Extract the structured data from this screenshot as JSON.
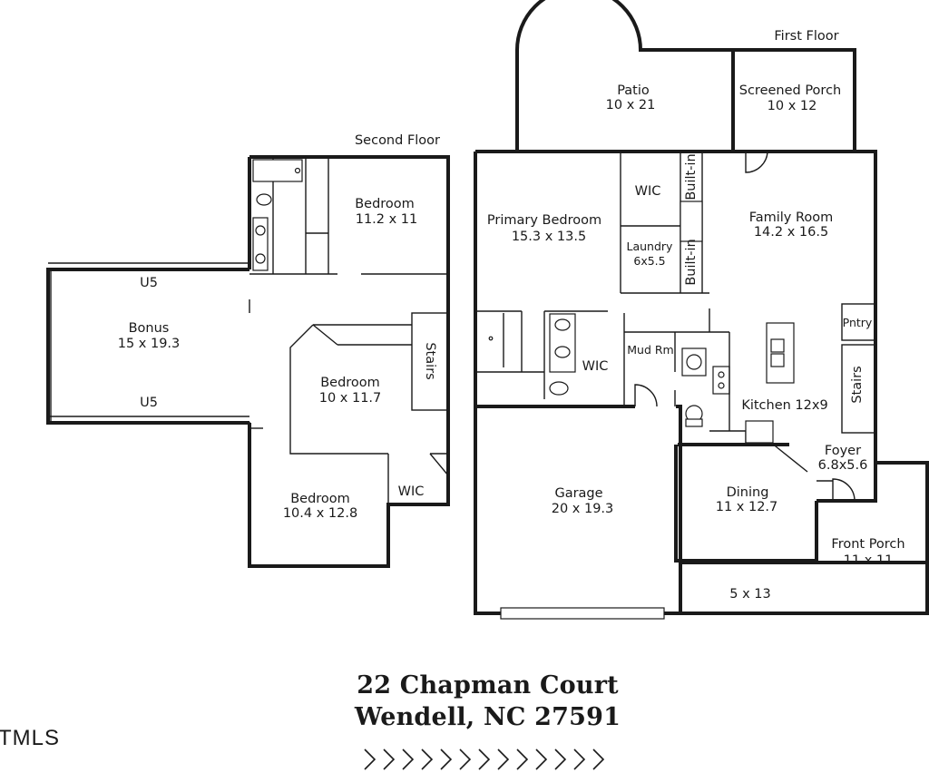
{
  "floors": {
    "first": "First Floor",
    "second": "Second Floor"
  },
  "rooms": {
    "patio": {
      "name": "Patio",
      "size": "10 x 21"
    },
    "screened_porch": {
      "name": "Screened Porch",
      "size": "10 x 12"
    },
    "primary_bedroom": {
      "name": "Primary Bedroom",
      "size": "15.3 x 13.5"
    },
    "wic_primary": {
      "name": "WIC"
    },
    "laundry": {
      "name": "Laundry",
      "size": "6x5.5"
    },
    "builtin_top": {
      "name": "Built-in"
    },
    "builtin_bottom": {
      "name": "Built-in"
    },
    "family_room": {
      "name": "Family Room",
      "size": "14.2 x 16.5"
    },
    "pantry": {
      "name": "Pntry"
    },
    "mud_room": {
      "name": "Mud Rm"
    },
    "wic_bath": {
      "name": "WIC"
    },
    "stairs_first": {
      "name": "Stairs"
    },
    "kitchen": {
      "name": "Kitchen 12x9"
    },
    "foyer": {
      "name": "Foyer",
      "size": "6.8x5.6"
    },
    "garage": {
      "name": "Garage",
      "size": "20 x 19.3"
    },
    "dining": {
      "name": "Dining",
      "size": "11 x 12.7"
    },
    "front_porch": {
      "name": "Front Porch",
      "size": "11 x 11"
    },
    "porch_ext": {
      "size": "5 x 13"
    },
    "bedroom_upper": {
      "name": "Bedroom",
      "size": "11.2 x 11"
    },
    "bonus": {
      "name": "Bonus",
      "size": "15 x 19.3"
    },
    "u5_top": {
      "name": "U5"
    },
    "u5_bottom": {
      "name": "U5"
    },
    "stairs_second": {
      "name": "Stairs"
    },
    "bedroom_middle": {
      "name": "Bedroom",
      "size": "10 x 11.7"
    },
    "bedroom_lower": {
      "name": "Bedroom",
      "size": "10.4 x 12.8"
    },
    "wic_second": {
      "name": "WIC"
    }
  },
  "address": {
    "line1": "22 Chapman Court",
    "line2": "Wendell, NC 27591"
  },
  "watermark": "TMLS",
  "decoration": {
    "chevrons": 13,
    "color": "#1a1a1a"
  }
}
